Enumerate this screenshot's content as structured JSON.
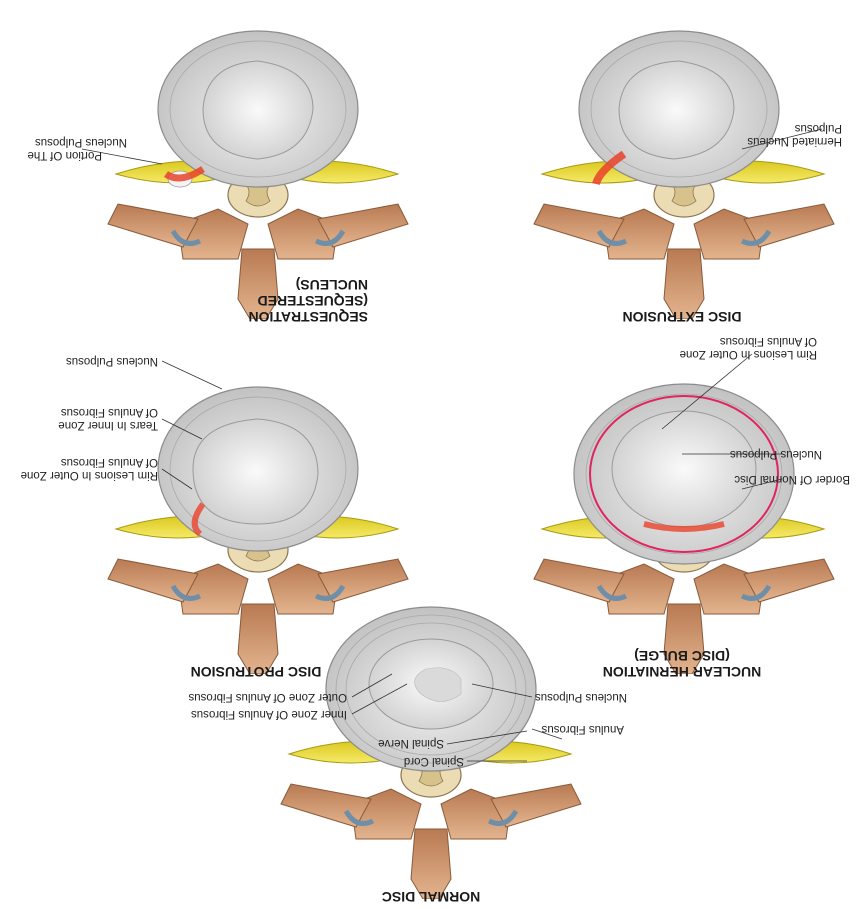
{
  "orientation": "rotated-180",
  "colors": {
    "annulus": "#d9d9d9",
    "nucleus": "#e8e8e8",
    "nerve": "#e6d21f",
    "bone": "#c8926a",
    "lesion": "#e8432a",
    "border_marker": "#e0245e"
  },
  "panels": {
    "normal": {
      "title": "NORMAL DISC",
      "labels": {
        "spinal_cord": "Spinal Cord",
        "spinal_nerve": "Spinal Nerve",
        "inner_zone": "Inner Zone Of Anulus Fibrosus",
        "outer_zone": "Outer Zone Of Anulus Fibrosus",
        "anulus": "Anulus Fibrosus",
        "nucleus": "Nucleus Pulposus"
      }
    },
    "protrusion": {
      "title": "DISC PROTRUSION",
      "labels": {
        "rim_lesions_line1": "Rim Lesions In Outer Zone",
        "rim_lesions_line2": "Of Anulus Fibrosus",
        "tears_line1": "Tears In Inner Zone",
        "tears_line2": "Of Anulus Fibrosus",
        "nucleus": "Nucleus Pulposus"
      }
    },
    "nuclear": {
      "title_line1": "NUCLEAR HERNIATION",
      "title_line2": "(DISC BULGE)",
      "labels": {
        "border": "Border Of Normal Disc",
        "nucleus": "Nucleus Pulposus",
        "rim_lesions_line1": "Rim Lesions In Outer Zone",
        "rim_lesions_line2": "Of Anulus Fibrosus"
      }
    },
    "sequestration": {
      "title_line1": "SEQUESTRATION",
      "title_line2": "(SEQUESTERED",
      "title_line3": "NUCLEUS)",
      "labels": {
        "portion_line1": "Portion Of The",
        "portion_line2": "Nucleus Pulposus"
      }
    },
    "extrusion": {
      "title": "DISC EXTRUSION",
      "labels": {
        "herniated_line1": "Herniated Nucleus",
        "herniated_line2": "Pulposus"
      }
    }
  }
}
